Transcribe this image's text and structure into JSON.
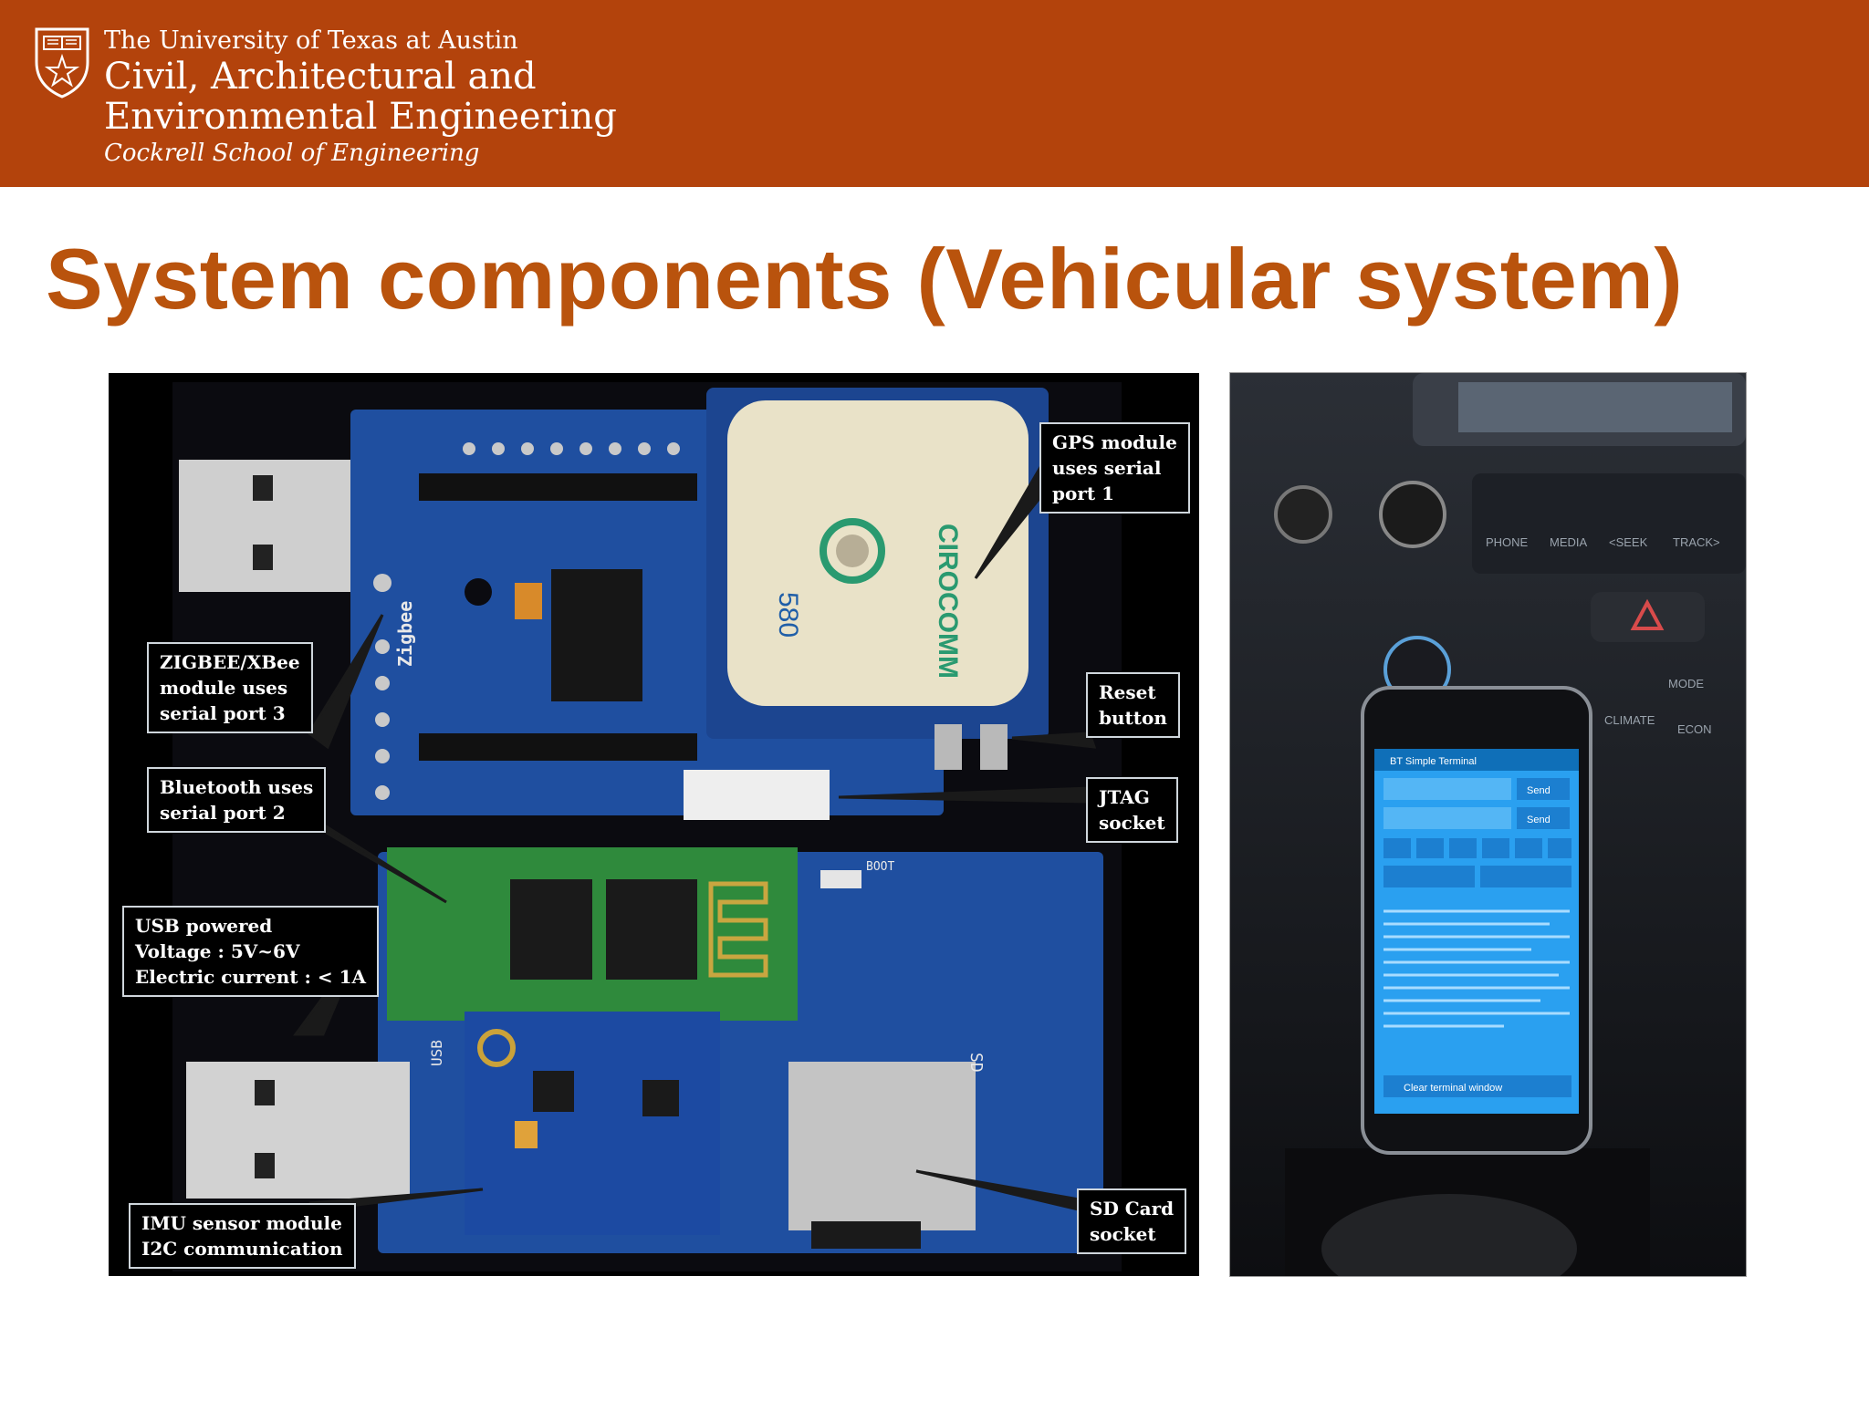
{
  "header": {
    "university": "The University of Texas at Austin",
    "department_line1": "Civil, Architectural and",
    "department_line2": "Environmental Engineering",
    "school": "Cockrell School of Engineering"
  },
  "slide": {
    "title": "System components  (Vehicular system)"
  },
  "board_photo": {
    "labels": {
      "gps": [
        "GPS module",
        "uses serial",
        "port 1"
      ],
      "zigbee": [
        "ZIGBEE/XBee",
        "module uses",
        "serial port 3"
      ],
      "reset": [
        "Reset",
        "button"
      ],
      "bluetooth": [
        "Bluetooth uses",
        "serial port 2"
      ],
      "jtag": [
        "JTAG",
        "socket"
      ],
      "usb": [
        "USB powered",
        "Voltage : 5V~6V",
        "Electric current : < 1A"
      ],
      "imu": [
        "IMU sensor module",
        "I2C communication"
      ],
      "sd": [
        "SD Card",
        "socket"
      ]
    },
    "silkscreen": {
      "gps_brand": "CIROCOMM",
      "gps_model": "580",
      "zigbee": "Zigbee",
      "usb": "USB",
      "sd": "SD",
      "boot": "BOOT"
    }
  },
  "car_photo": {
    "dash_buttons": [
      "PHONE",
      "MEDIA",
      "<SEEK",
      "TRACK>",
      "MODE",
      "CLIMATE",
      "ECON"
    ],
    "app_title": "BT Simple Terminal",
    "send_label": "Send",
    "clear_label": "Clear terminal window"
  },
  "colors": {
    "header_bg": "#b3430c",
    "title": "#b9530d",
    "pcb_blue": "#1f4fa0",
    "phone_screen": "#2aa0f0"
  }
}
